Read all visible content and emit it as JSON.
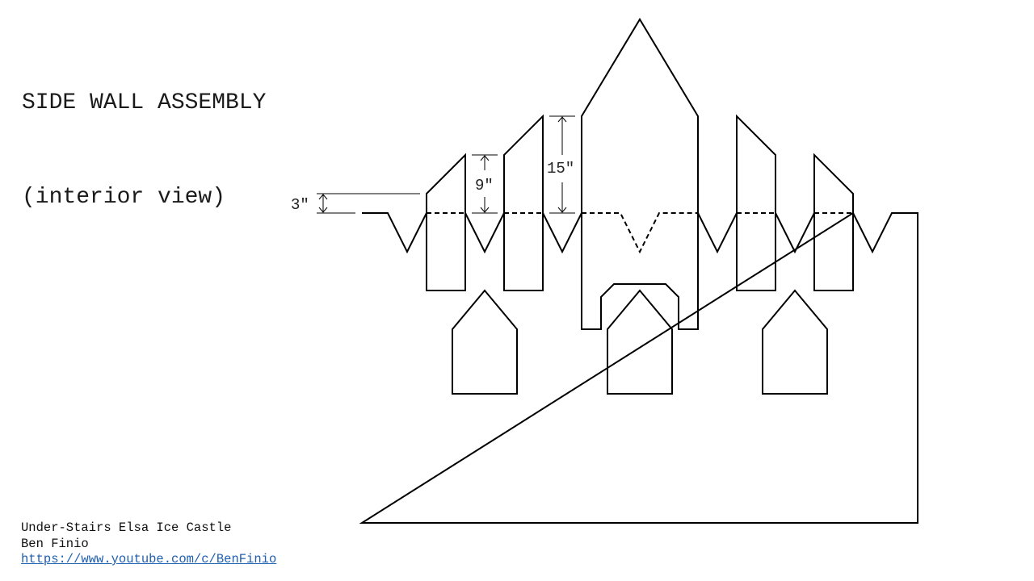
{
  "title": {
    "line1": "SIDE WALL ASSEMBLY",
    "line2": "(interior view)"
  },
  "dimensions": {
    "d1": "3″",
    "d2": "9″",
    "d3": "15″"
  },
  "footer": {
    "project": "Under-Stairs Elsa Ice Castle",
    "author": "Ben Finio",
    "link": "https://www.youtube.com/c/BenFinio"
  },
  "colors": {
    "line": "#000000",
    "link": "#1f5fb0"
  }
}
